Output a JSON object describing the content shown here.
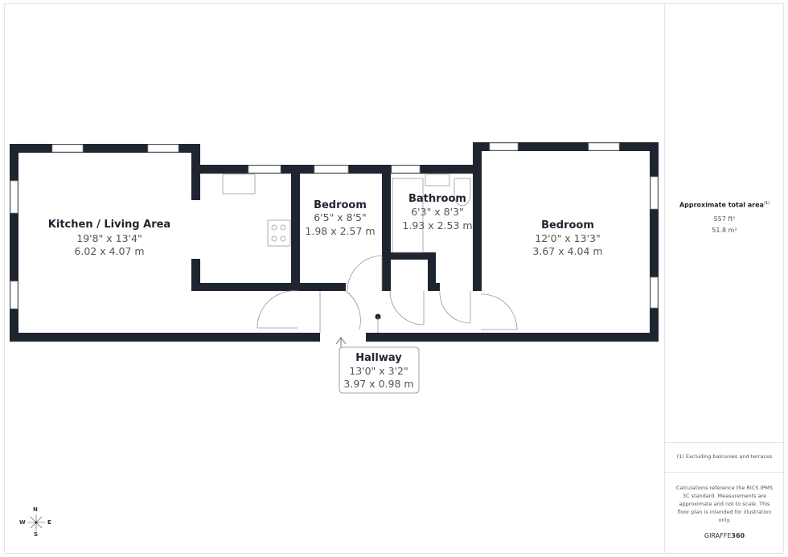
{
  "plan": {
    "rooms": [
      {
        "name": "Kitchen / Living Area",
        "imperial": "19'8\" x 13'4\"",
        "metric": "6.02 x 4.07 m"
      },
      {
        "name": "Bedroom",
        "imperial": "6'5\" x 8'5\"",
        "metric": "1.98 x 2.57 m"
      },
      {
        "name": "Bathroom",
        "imperial": "6'3\" x 8'3\"",
        "metric": "1.93 x 2.53 m"
      },
      {
        "name": "Bedroom",
        "imperial": "12'0\" x 13'3\"",
        "metric": "3.67 x 4.04 m"
      },
      {
        "name": "Hallway",
        "imperial": "13'0\" x 3'2\"",
        "metric": "3.97 x 0.98 m"
      }
    ],
    "wall_color": "#1e2530"
  },
  "compass": {
    "n": "N",
    "s": "S",
    "e": "E",
    "w": "W"
  },
  "panel": {
    "area_title": "Approximate total area",
    "area_note_marker": "(1)",
    "area_ft": "557 ft²",
    "area_m": "51.8 m²",
    "footnote": "(1) Excluding balconies and terraces",
    "disclaimer": "Calculations reference the RICS IPMS 3C standard. Measurements are approximate and not to scale. This floor plan is intended for illustration only.",
    "brand_a": "GIRAFFE",
    "brand_b": "360"
  }
}
